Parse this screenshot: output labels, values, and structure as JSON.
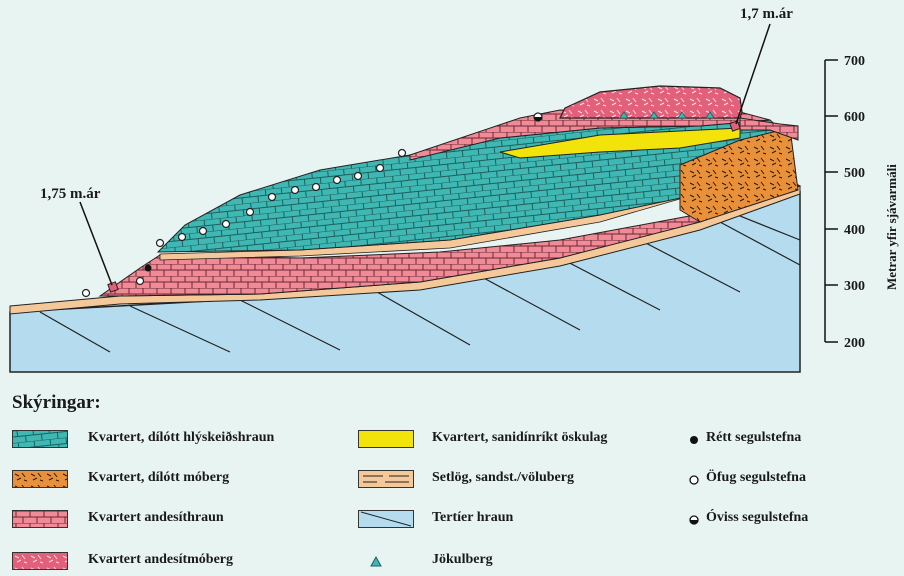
{
  "figure": {
    "annotations": {
      "top_right": "1,7 m.ár",
      "left": "1,75 m.ár"
    },
    "axis": {
      "label": "Metrar yfir sjávarmáli",
      "ticks": [
        "700",
        "600",
        "500",
        "400",
        "300",
        "200"
      ]
    }
  },
  "legend": {
    "title": "Skýringar:",
    "items": [
      {
        "label": "Kvartert, dílótt hlýskeiðshraun",
        "color": "#3fb8b4"
      },
      {
        "label": "Kvartert, dílótt móberg",
        "color": "#e8903a"
      },
      {
        "label": "Kvartert andesíthraun",
        "color": "#f08a96"
      },
      {
        "label": "Kvartert andesítmóberg",
        "color": "#e2607a"
      },
      {
        "label": "Kvartert, sanidínríkt öskulag",
        "color": "#f2e30a"
      },
      {
        "label": "Setlög, sandst./völuberg",
        "color": "#f5c89a"
      },
      {
        "label": "Tertíer hraun",
        "color": "#b5dcee"
      },
      {
        "label": "Jökulberg",
        "symbol": "triangle"
      },
      {
        "label": "Rétt segulstefna",
        "symbol": "filled-circle"
      },
      {
        "label": "Öfug segulstefna",
        "symbol": "open-circle"
      },
      {
        "label": "Óviss segulstefna",
        "symbol": "half-circle"
      }
    ]
  }
}
